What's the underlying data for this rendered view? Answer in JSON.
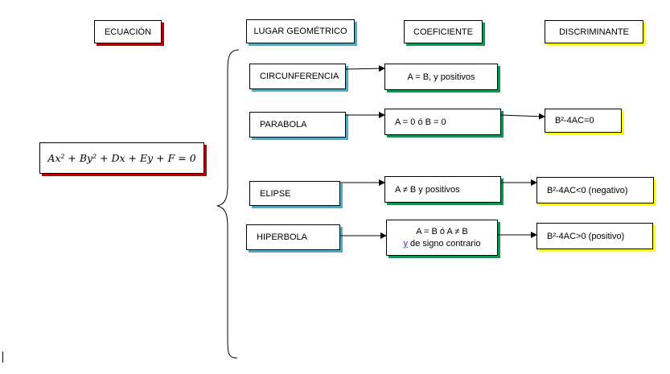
{
  "headers": {
    "ecuacion": "ECUACIÓN",
    "lugar": "LUGAR GEOMÉTRICO",
    "coeficiente": "COEFICIENTE",
    "discriminante": "DISCRIMINANTE"
  },
  "equation": "Ax² + By² + Dx + Ey + F = 0",
  "rows": [
    {
      "lugar": "CIRCUNFERENCIA",
      "coef": "A = B,  y positivos"
    },
    {
      "lugar": "PARABOLA",
      "coef": "A = 0    ó    B = 0",
      "disc": "B²-4AC=0"
    },
    {
      "lugar": "ELIPSE",
      "coef": "A ≠ B y  positivos",
      "disc": "B²-4AC<0   (negativo)"
    },
    {
      "lugar": "HIPERBOLA",
      "coef_line1": "A = B  ó  A ≠ B",
      "coef_line2_a": "y",
      "coef_line2_b": " de signo contrario",
      "disc": "B²-4AC>0  (positivo)"
    }
  ],
  "colors": {
    "red": "#c00000",
    "blue": "#4bacc6",
    "green": "#00a050",
    "yellow": "#ffff00"
  }
}
